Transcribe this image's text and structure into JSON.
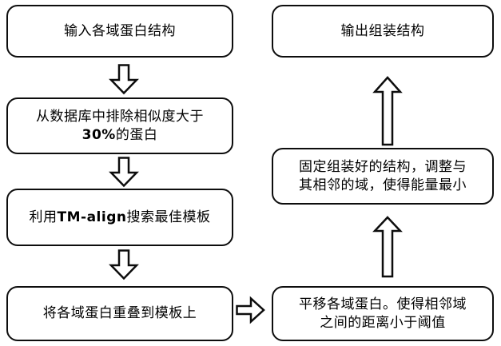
{
  "diagram": {
    "title": "Protein domain assembly flowchart",
    "stroke_color": "#0d0d0d",
    "fill_color": "#ffffff",
    "nodes": {
      "input_domain_structures": "输入各域蛋白结构",
      "exclude_similar_proteins_line1": "从数据库中排除相似度大于",
      "exclude_similar_proteins_line2_bold": "30%",
      "exclude_similar_proteins_line2_rest": "的蛋白",
      "tmalign_search_prefix": "利用",
      "tmalign_search_bold": "TM-align",
      "tmalign_search_suffix": "搜索最佳模板",
      "superimpose_on_template": "将各域蛋白重叠到模板上",
      "translate_domains_line1": "平移各域蛋白。使得相邻域",
      "translate_domains_line2": "之间的距离小于阈值",
      "fix_assembled_line1": "固定组装好的结构，调整与",
      "fix_assembled_line2": "其相邻的域，使得能量最小",
      "output_assembled_structure": "输出组装结构"
    },
    "connectors": {
      "arrow_1_label": "down-arrow",
      "arrow_2_label": "down-arrow",
      "arrow_3_label": "down-arrow",
      "arrow_4_label": "right-arrow",
      "arrow_5_label": "up-arrow",
      "arrow_6_label": "up-arrow"
    }
  }
}
